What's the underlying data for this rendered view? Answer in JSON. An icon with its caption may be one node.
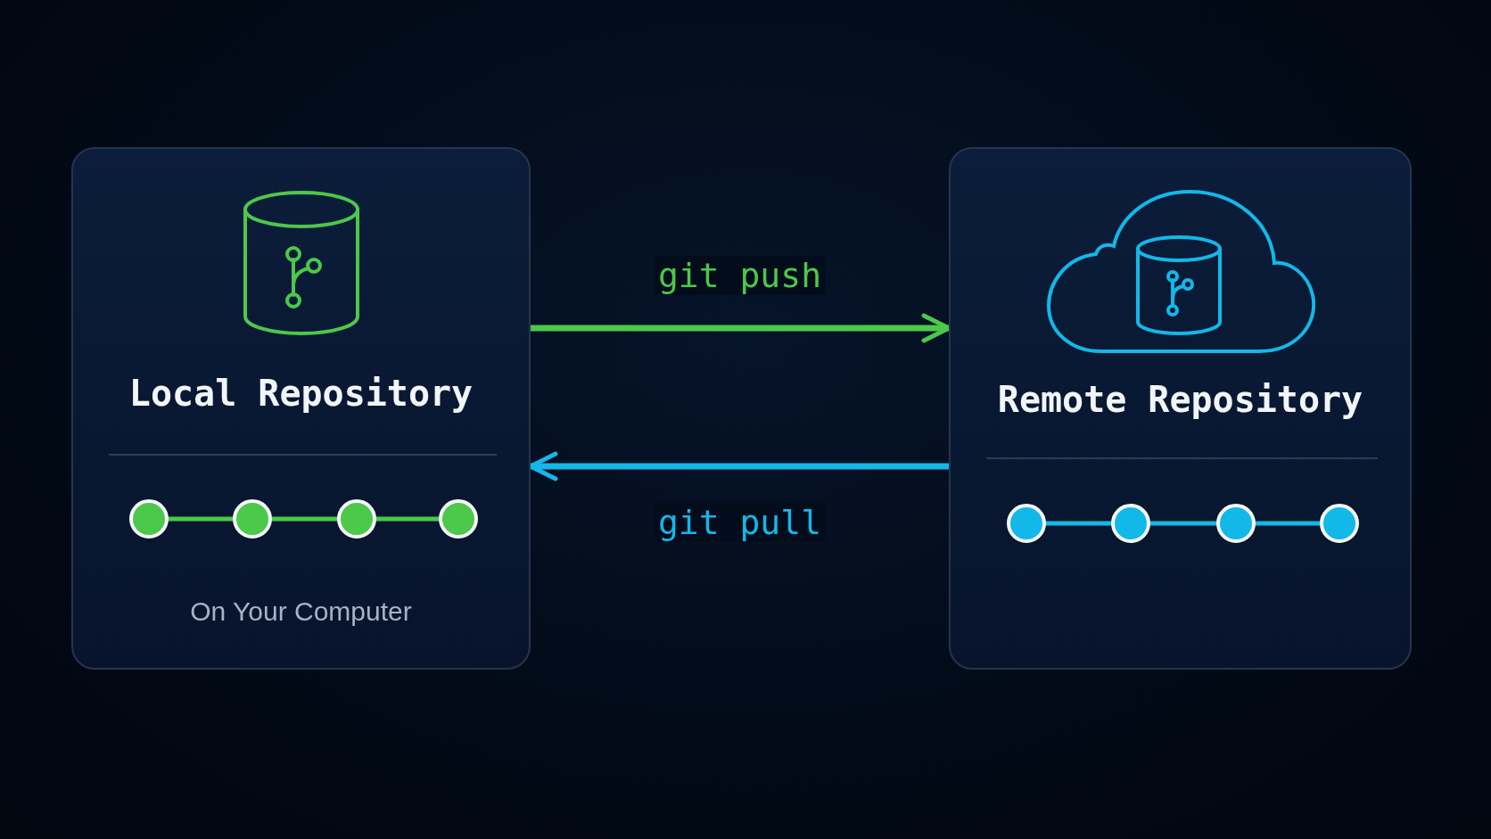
{
  "diagram": {
    "nodes": [
      {
        "text": [
          "Local Repository",
          "On Your Computer"
        ]
      },
      {
        "text": [
          "Remote Repository"
        ]
      }
    ],
    "edges": [
      {
        "from": 0,
        "to": 1,
        "arrow": "to",
        "label": "git push",
        "color": "#4cc84a"
      },
      {
        "from": 1,
        "to": 0,
        "arrow": "to",
        "label": "git pull",
        "color": "#12b8e8"
      }
    ]
  }
}
